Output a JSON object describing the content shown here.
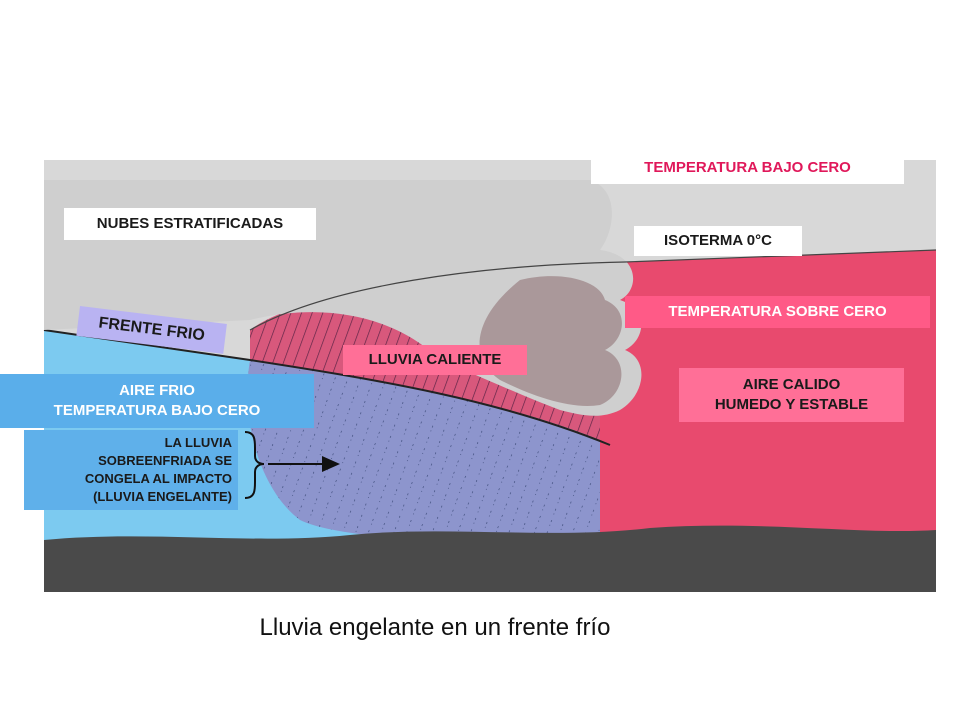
{
  "labels": {
    "temp_below_top": "TEMPERATURA BAJO CERO",
    "clouds": "NUBES ESTRATIFICADAS",
    "isotherm": "ISOTERMA 0°C",
    "temp_above": "TEMPERATURA SOBRE CERO",
    "front": "FRENTE FRIO",
    "warm_rain": "LLUVIA CALIENTE",
    "warm_air_line1": "AIRE CALIDO",
    "warm_air_line2": "HUMEDO Y ESTABLE",
    "cold_air_line1": "AIRE FRIO",
    "cold_air_line2": "TEMPERATURA BAJO CERO",
    "freezing_line1": "LA LLUVIA",
    "freezing_line2": "SOBREENFRIADA SE",
    "freezing_line3": "CONGELA AL IMPACTO",
    "freezing_line4": "(LLUVIA ENGELANTE)"
  },
  "caption": "Lluvia engelante en un frente frío",
  "colors": {
    "warm_air": "#e84a6e",
    "cold_air": "#7ccaf0",
    "warm_rain_zone": "#8a3f7e",
    "clouds": "#c9c9c9",
    "ground": "#4a4a4a",
    "label_blue": "#5aaeea",
    "label_pink": "#ff5a87",
    "label_lavender": "#b9b3f2"
  }
}
